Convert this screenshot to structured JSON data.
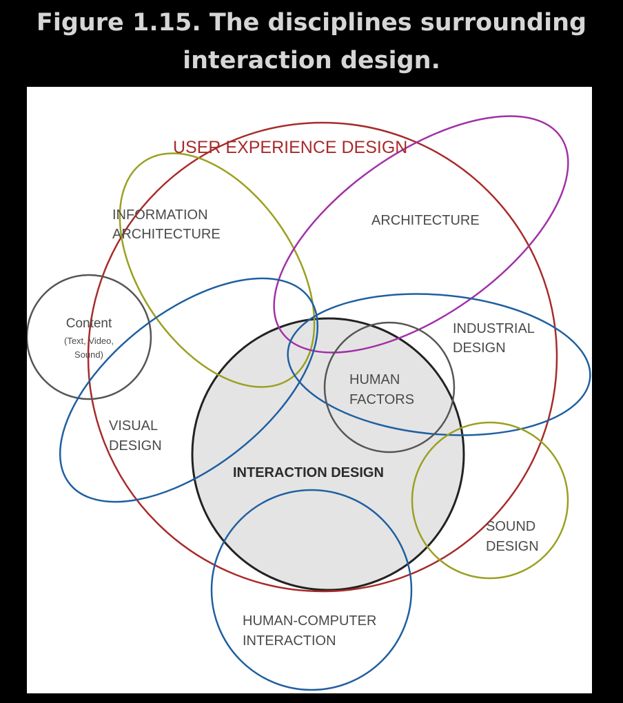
{
  "caption": {
    "line1": "Figure 1.15. The disciplines surrounding",
    "line2": "interaction design."
  },
  "colors": {
    "page_background": "#000000",
    "caption_text": "#d6d6d6",
    "diagram_background": "#ffffff",
    "user_experience_design": "#a82a2a",
    "olive": "#9aa020",
    "magenta": "#a030a8",
    "blue": "#1f5fa0",
    "gray": "#555555",
    "interaction_fill": "#e4e4e4",
    "interaction_stroke": "#222222"
  },
  "disciplines": {
    "user_experience_design": "USER EXPERIENCE DESIGN",
    "information_architecture": [
      "INFORMATION",
      "ARCHITECTURE"
    ],
    "architecture": "ARCHITECTURE",
    "content": [
      "Content",
      "(Text, Video,",
      "Sound)"
    ],
    "industrial_design": [
      "INDUSTRIAL",
      "DESIGN"
    ],
    "human_factors": [
      "HUMAN",
      "FACTORS"
    ],
    "visual_design": [
      "VISUAL",
      "DESIGN"
    ],
    "interaction_design": "INTERACTION DESIGN",
    "sound_design": [
      "SOUND",
      "DESIGN"
    ],
    "human_computer_interaction": [
      "HUMAN-COMPUTER",
      "INTERACTION"
    ]
  }
}
